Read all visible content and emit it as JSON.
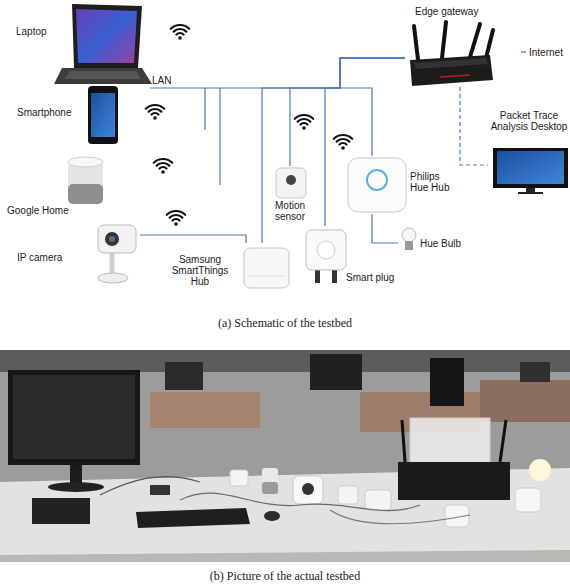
{
  "diagram": {
    "nodes": [
      {
        "text": [
          "Laptop"
        ]
      },
      {
        "text": [
          "Edge gateway"
        ]
      },
      {
        "text": [
          "Smartphone"
        ]
      },
      {
        "text": [
          "Packet Trace Analysis Desktop"
        ]
      },
      {
        "text": [
          "Google Home"
        ]
      },
      {
        "text": [
          "Motion sensor"
        ]
      },
      {
        "text": [
          "Philips Hue Hub"
        ]
      },
      {
        "text": [
          "IP camera"
        ]
      },
      {
        "text": [
          "Hue Bulb"
        ]
      },
      {
        "text": [
          "Samsung SmartThings Hub"
        ]
      },
      {
        "text": [
          "Smart plug"
        ]
      }
    ],
    "edges": [
      {
        "from": 1,
        "to": 5,
        "arrow": "none"
      },
      {
        "from": 1,
        "to": 9,
        "arrow": "none"
      },
      {
        "from": 1,
        "to": 10,
        "arrow": "none"
      },
      {
        "from": 1,
        "to": 6,
        "arrow": "none"
      },
      {
        "from": 7,
        "to": 9,
        "arrow": "none"
      },
      {
        "from": 6,
        "to": 8,
        "arrow": "none"
      },
      {
        "from": 1,
        "to": 3,
        "arrow": "none"
      }
    ],
    "labels": [
      "LAN",
      "Internet",
      "(a) Schematic of the testbed",
      "(b) Picture of the actual testbed"
    ]
  }
}
